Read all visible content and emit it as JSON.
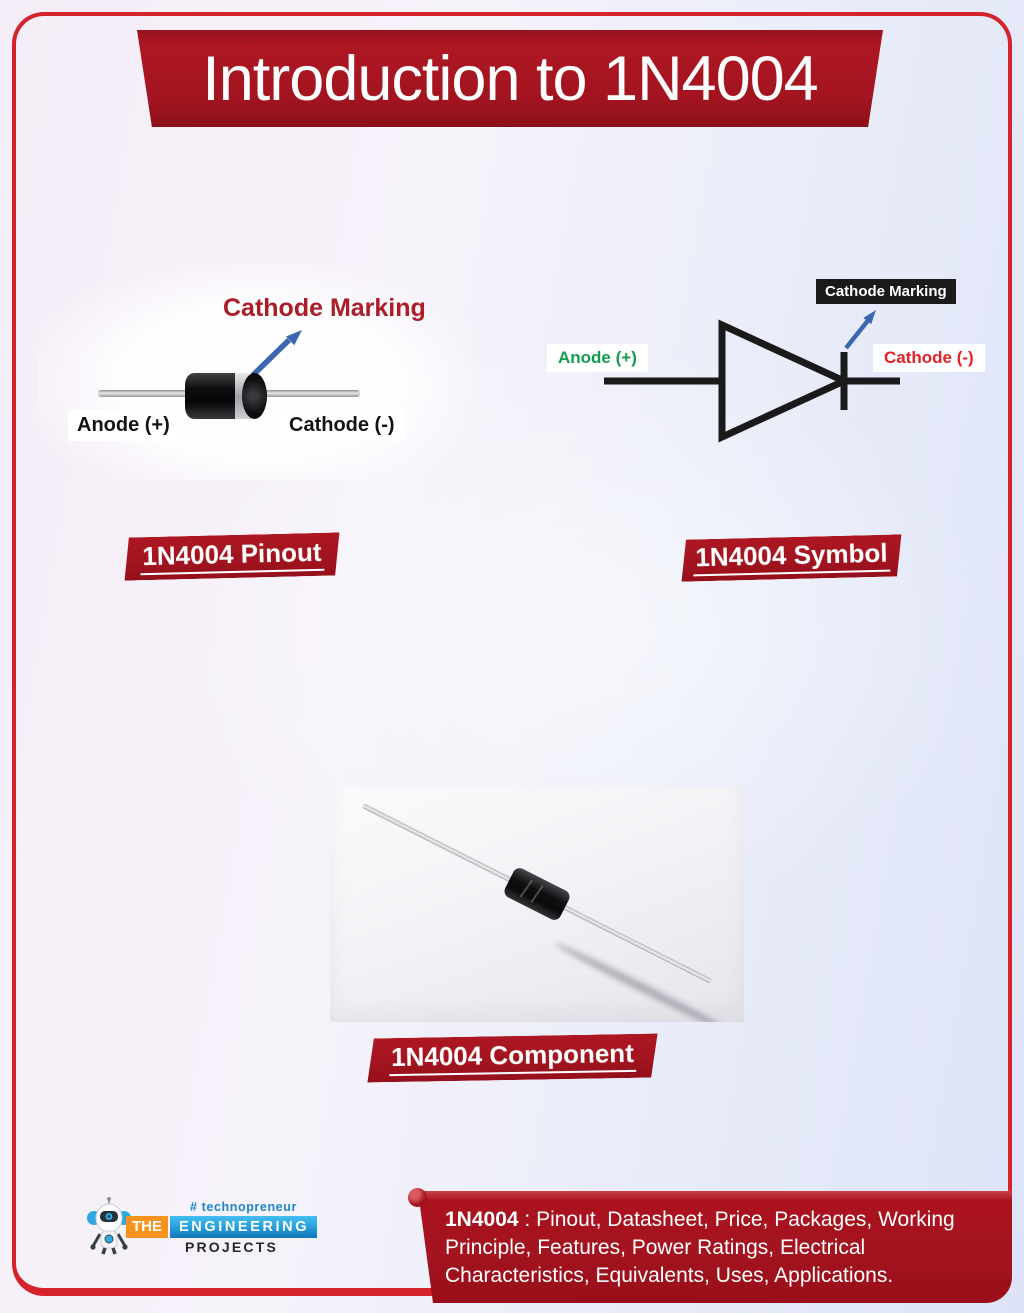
{
  "colors": {
    "accent-red": "#a21420",
    "accent-red-dark": "#8c0f19",
    "frame-red": "#d4232b",
    "arrow-blue": "#3c66b0",
    "anode-green": "#149c4f",
    "cathode-red": "#e32128",
    "marking-red": "#ab1d27",
    "brand-orange": "#f6921e",
    "brand-blue": "#2ba3dd",
    "brand-blue-dark": "#1077b8",
    "tagline-blue": "#1d87cd",
    "bg-left": "#f5edf7",
    "bg-right": "#dde3f7"
  },
  "title": "Introduction to 1N4004",
  "pinout": {
    "marking_label": "Cathode Marking",
    "anode_label": "Anode (+)",
    "cathode_label": "Cathode (-)",
    "caption": "1N4004 Pinout"
  },
  "symbol": {
    "marking_label": "Cathode Marking",
    "anode_label": "Anode (+)",
    "cathode_label": "Cathode (-)",
    "caption": "1N4004 Symbol"
  },
  "component": {
    "caption": "1N4004 Component"
  },
  "footer": {
    "tagline": "# technopreneur",
    "brand_the": "THE",
    "brand_engineering": "ENGINEERING",
    "brand_projects": "PROJECTS",
    "summary_bold": "1N4004",
    "summary_rest": " : Pinout, Datasheet, Price, Packages, Working Principle, Features, Power Ratings, Electrical Characteristics, Equivalents, Uses, Applications."
  }
}
